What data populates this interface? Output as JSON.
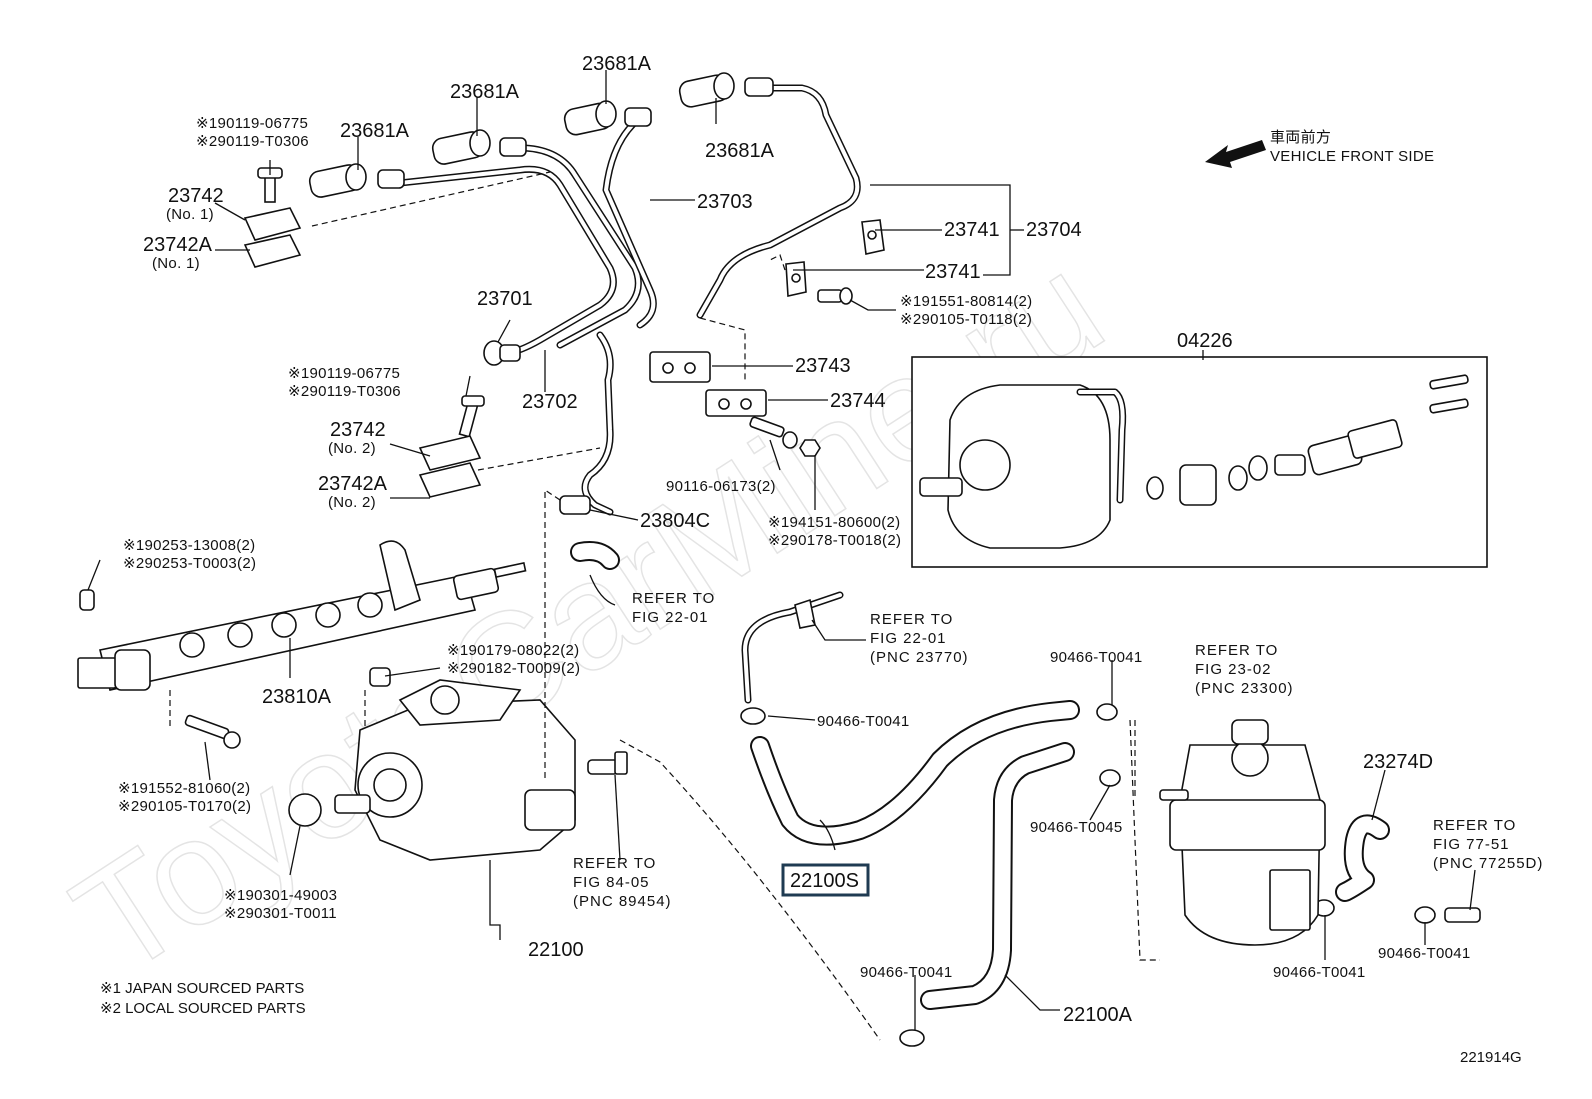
{
  "watermark": "ToyotaCarMine.ru",
  "diagram_code": "221914G",
  "direction": {
    "jp": "車両前方",
    "en": "VEHICLE FRONT SIDE"
  },
  "notes": [
    "※1 JAPAN SOURCED PARTS",
    "※2 LOCAL SOURCED PARTS"
  ],
  "labels": {
    "p23681a_1": "23681A",
    "p23681a_2": "23681A",
    "p23681a_3": "23681A",
    "p23681a_4": "23681A",
    "p23703": "23703",
    "p23741_a": "23741",
    "p23741_b": "23741",
    "p23704": "23704",
    "p23742_1": "23742",
    "p23742_1_sub": "(No. 1)",
    "p23742a_1": "23742A",
    "p23742a_1_sub": "(No. 1)",
    "p23701": "23701",
    "p23702": "23702",
    "p23743": "23743",
    "p23744": "23744",
    "p23742_2": "23742",
    "p23742_2_sub": "(No. 2)",
    "p23742a_2": "23742A",
    "p23742a_2_sub": "(No. 2)",
    "p23804c": "23804C",
    "p04226": "04226",
    "p23810a": "23810A",
    "p22100": "22100",
    "p22100s": "22100S",
    "p22100a": "22100A",
    "p23274d": "23274D"
  },
  "small_labels": {
    "b1a": "※190119-06775",
    "b1b": "※290119-T0306",
    "b2a": "※190119-06775",
    "b2b": "※290119-T0306",
    "b3a": "※191551-80814(2)",
    "b3b": "※290105-T0118(2)",
    "b4": "90116-06173(2)",
    "b5a": "※194151-80600(2)",
    "b5b": "※290178-T0018(2)",
    "b6a": "※190253-13008(2)",
    "b6b": "※290253-T0003(2)",
    "b7a": "※190179-08022(2)",
    "b7b": "※290182-T0009(2)",
    "b8a": "※191552-81060(2)",
    "b8b": "※290105-T0170(2)",
    "b9a": "※190301-49003",
    "b9b": "※290301-T0011",
    "c1": "90466-T0041",
    "c2": "90466-T0041",
    "c3": "90466-T0045",
    "c4": "90466-T0041",
    "c5": "90466-T0041",
    "c6": "90466-T0041"
  },
  "refs": {
    "r1": [
      "REFER TO",
      "FIG 22-01"
    ],
    "r2": [
      "REFER TO",
      "FIG 22-01",
      "(PNC 23770)"
    ],
    "r3": [
      "REFER TO",
      "FIG 84-05",
      "(PNC 89454)"
    ],
    "r4": [
      "REFER TO",
      "FIG 23-02",
      "(PNC 23300)"
    ],
    "r5": [
      "REFER TO",
      "FIG 77-51",
      "(PNC 77255D)"
    ]
  }
}
